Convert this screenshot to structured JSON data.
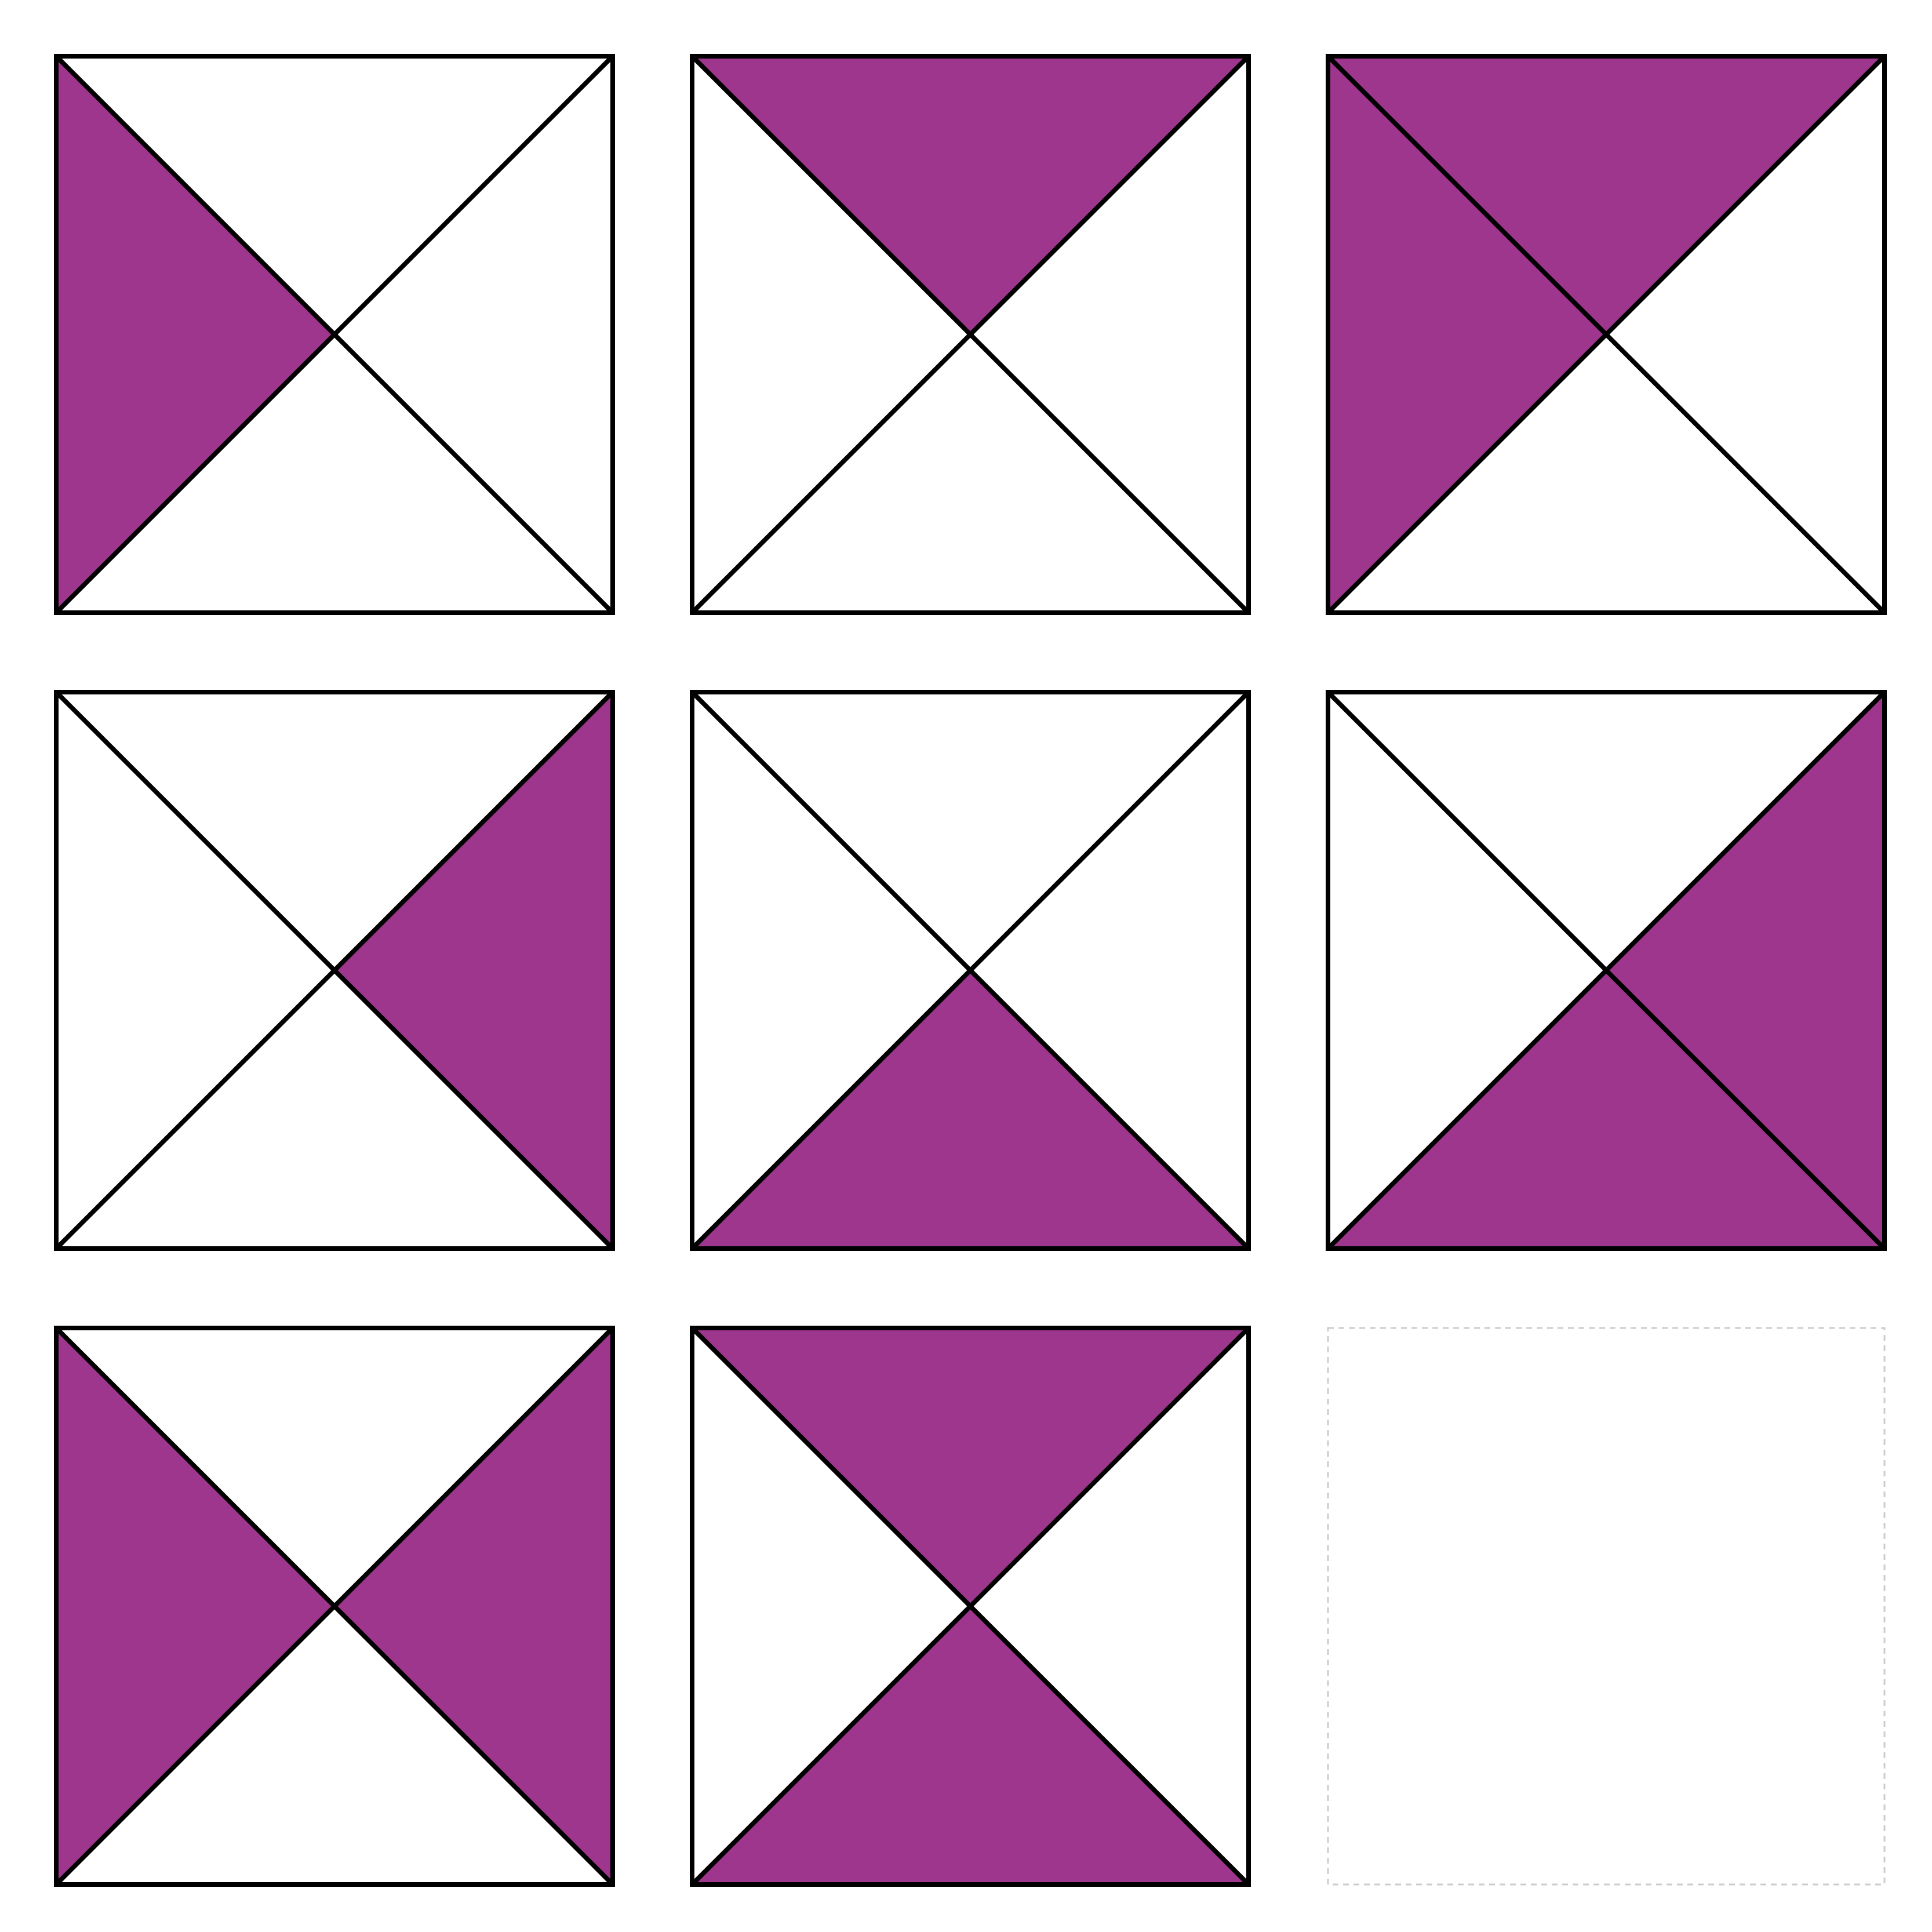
{
  "colors": {
    "fill": "#9e368e",
    "background": "#ffffff",
    "stroke": "#000000",
    "placeholder_stroke": "#cccccc"
  },
  "grid": {
    "rows": 3,
    "cols": 3
  },
  "cells": [
    {
      "id": "cell-1",
      "shaded": [
        "left"
      ]
    },
    {
      "id": "cell-2",
      "shaded": [
        "top"
      ]
    },
    {
      "id": "cell-3",
      "shaded": [
        "left",
        "top"
      ]
    },
    {
      "id": "cell-4",
      "shaded": [
        "right"
      ]
    },
    {
      "id": "cell-5",
      "shaded": [
        "bottom"
      ]
    },
    {
      "id": "cell-6",
      "shaded": [
        "right",
        "bottom"
      ]
    },
    {
      "id": "cell-7",
      "shaded": [
        "left",
        "right"
      ]
    },
    {
      "id": "cell-8",
      "shaded": [
        "top",
        "bottom"
      ]
    },
    {
      "id": "cell-9",
      "missing": true
    }
  ]
}
